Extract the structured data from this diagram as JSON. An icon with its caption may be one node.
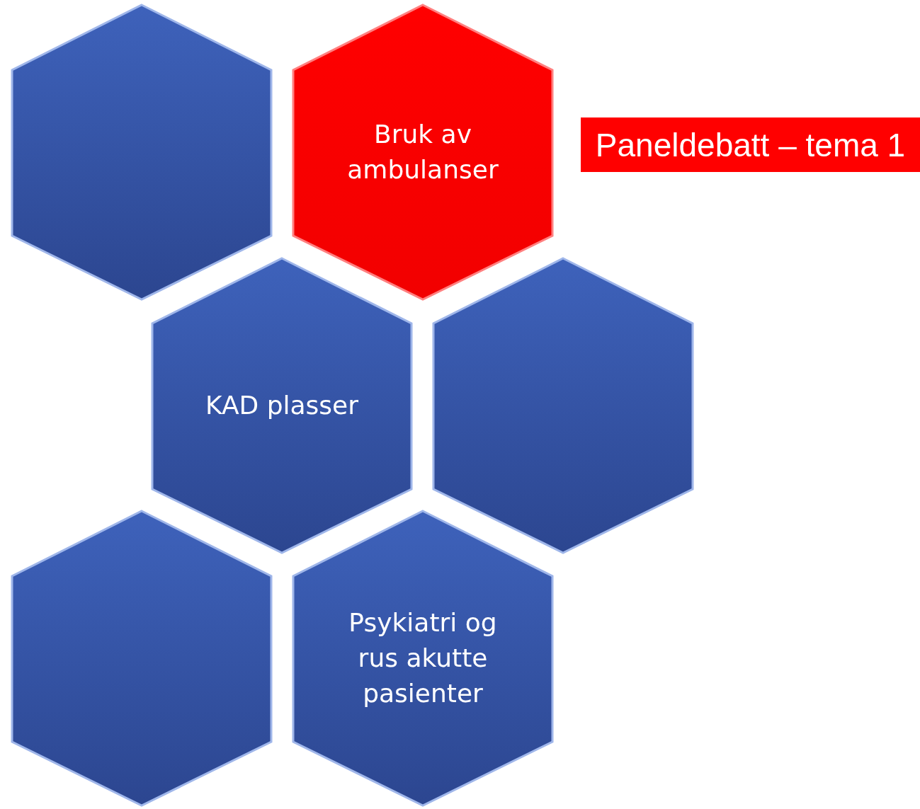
{
  "diagram": {
    "nodes": [
      {
        "text": [],
        "shape": "hexagon"
      },
      {
        "text": [
          "Bruk av ambulanser"
        ]
      },
      {
        "text": [
          "Paneldebatt – tema 1"
        ]
      },
      {
        "text": [
          "KAD plasser"
        ]
      },
      {
        "text": [],
        "shape": "hexagon"
      },
      {
        "text": [],
        "shape": "hexagon"
      },
      {
        "text": [
          "Psykiatri og rus akutte pasienter"
        ]
      }
    ]
  }
}
